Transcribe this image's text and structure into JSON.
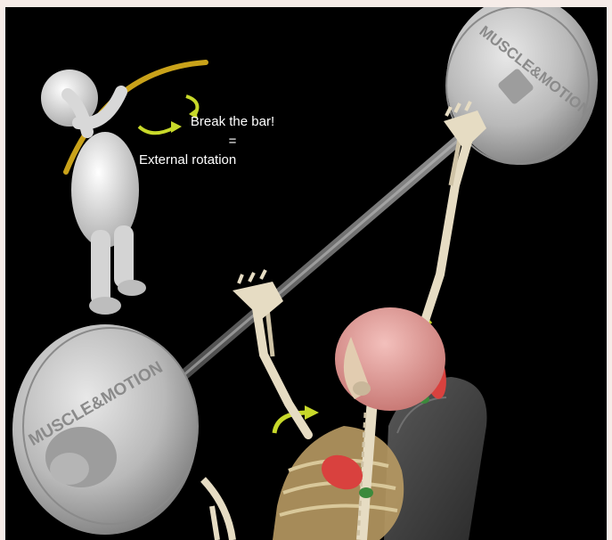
{
  "illustration": {
    "annotation": {
      "line1": "Break the bar!",
      "line2": "=",
      "line3": "External rotation"
    },
    "plate_branding": {
      "top_plate": "MUSCLE&MOTION",
      "bottom_plate": "MUSCLE&MOTION"
    },
    "colors": {
      "background": "#000000",
      "frame": "#f6ece8",
      "annotation_arrow": "#c8d92a",
      "mini_bar": "#c9a21a",
      "skull": "#e8a3a0",
      "muscle": "#d9413e",
      "plate": "#c9c9c9",
      "bone": "#e6dcc3"
    }
  }
}
